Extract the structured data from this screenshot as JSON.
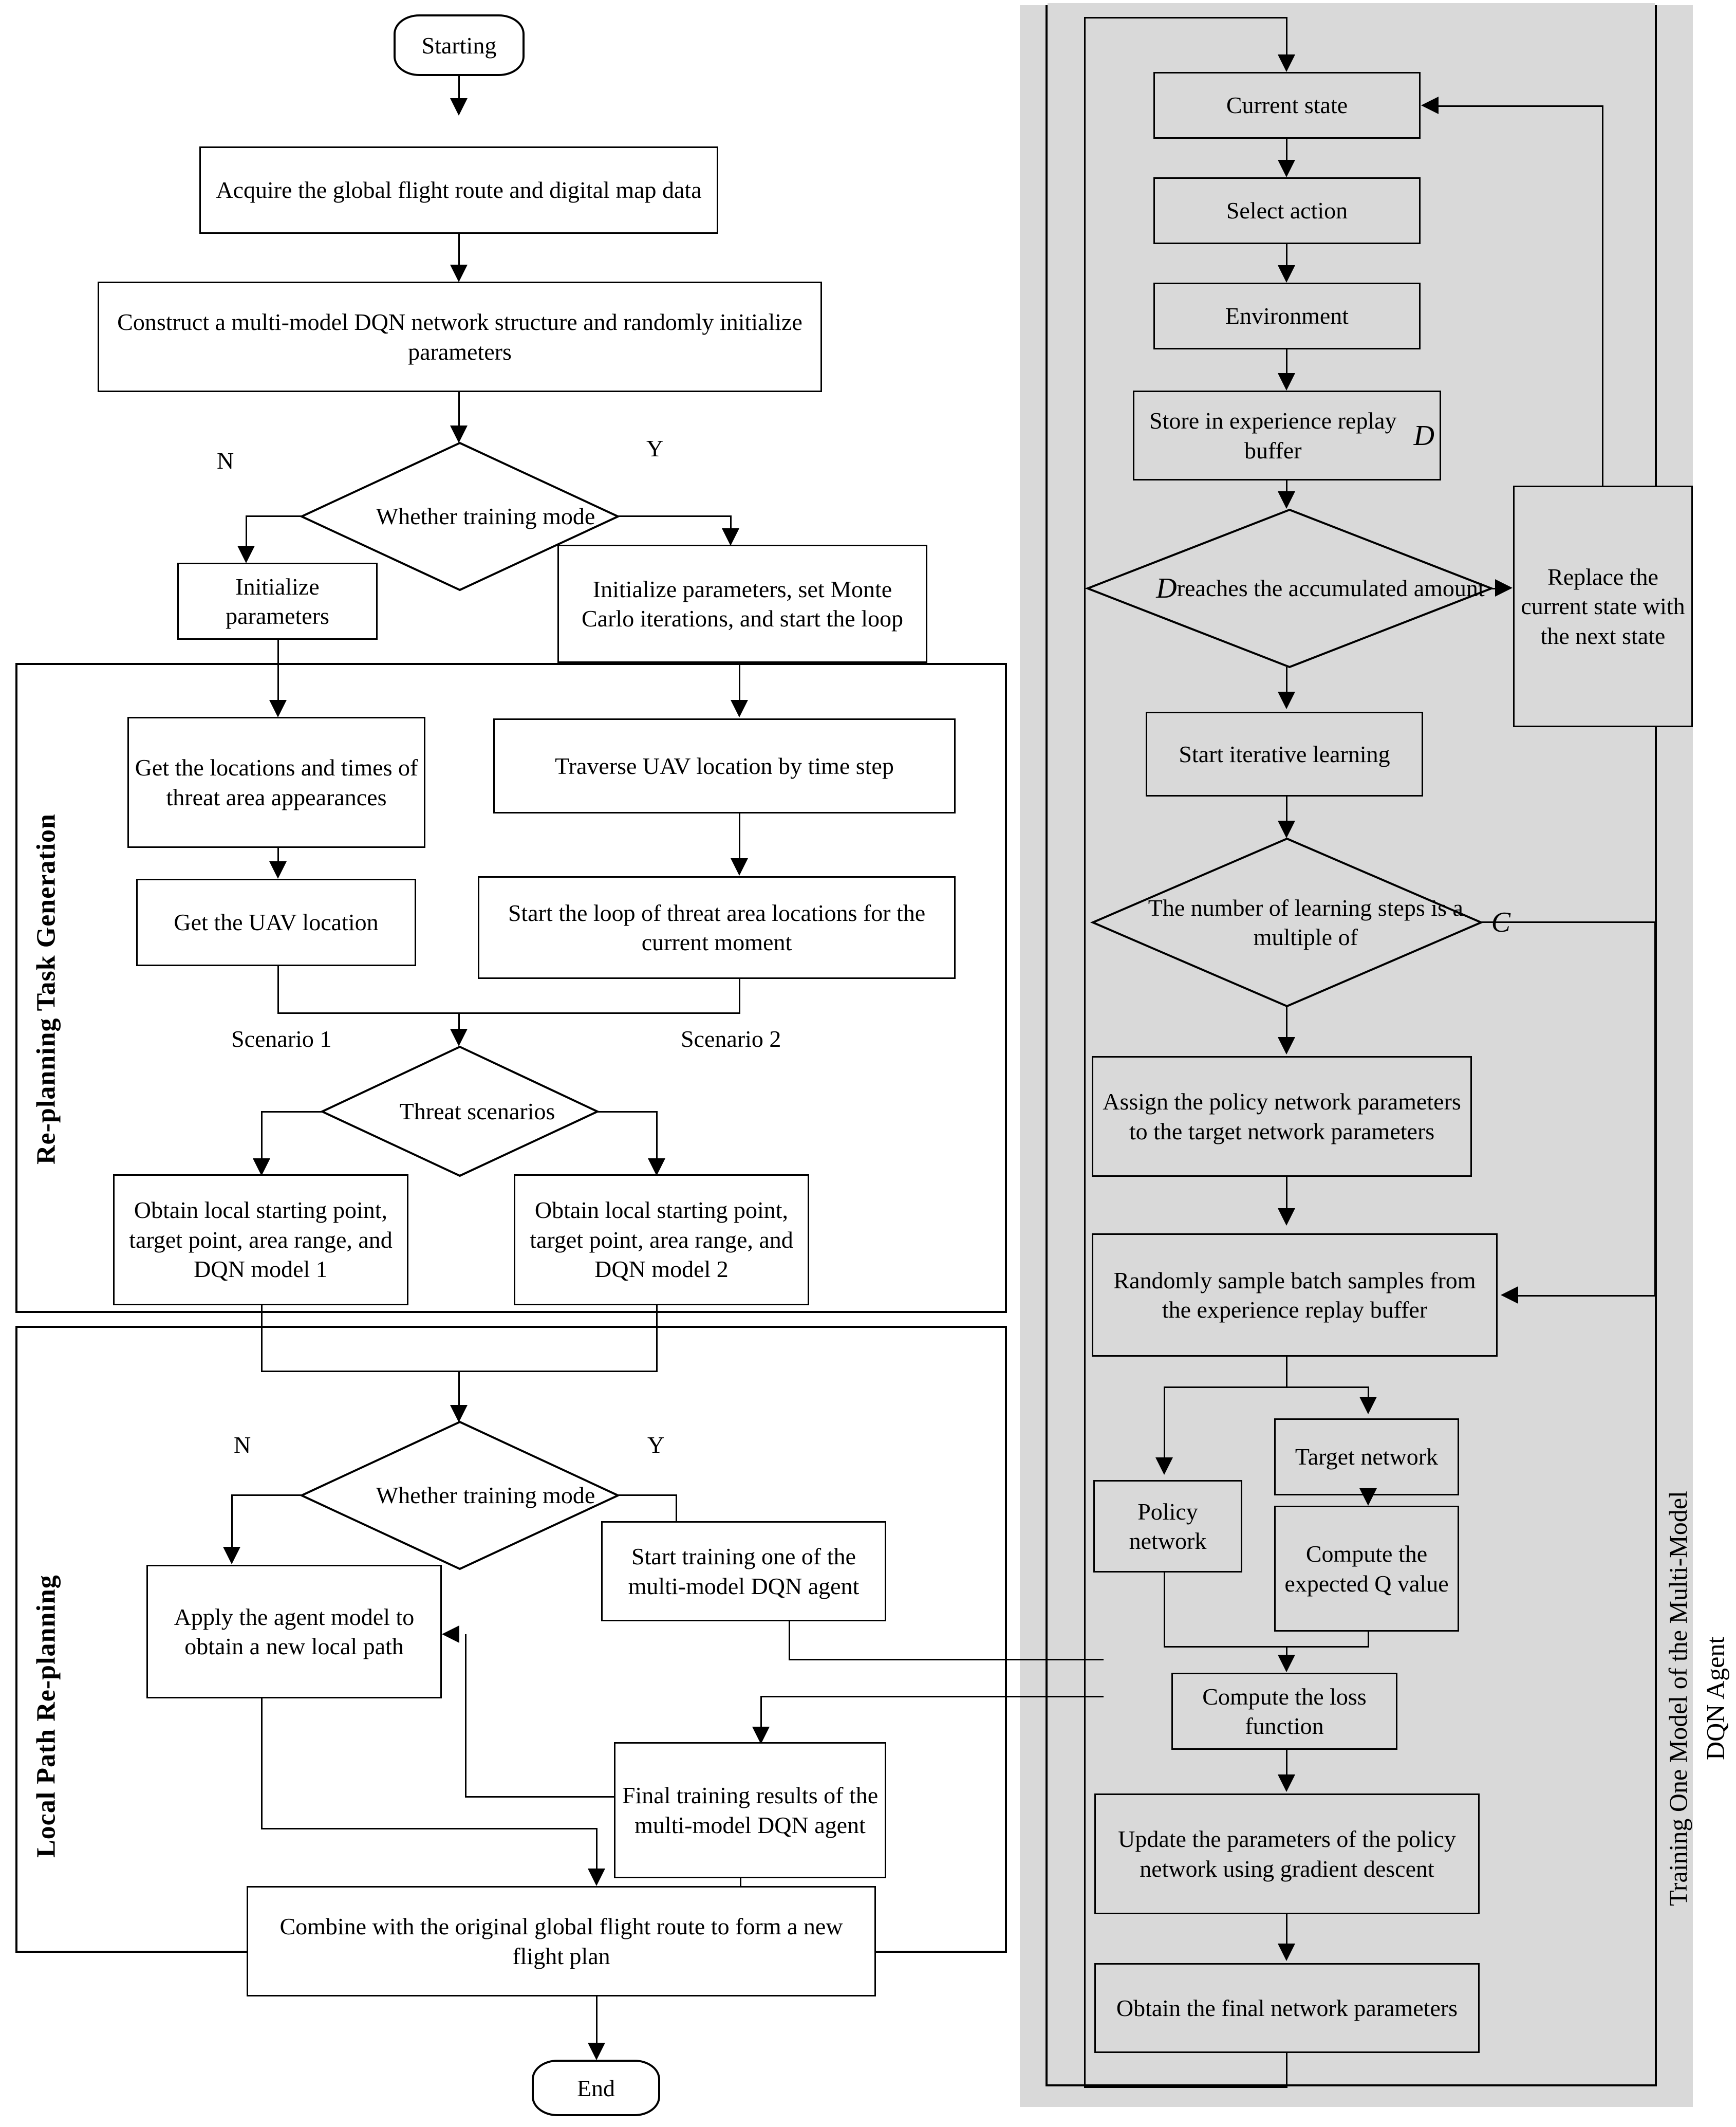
{
  "diagram": {
    "title": "UAV multi-model DQN path re-planning flowchart",
    "colors": {
      "panel_gray": "#d9d9d9",
      "stroke": "#000000",
      "page": "#ffffff"
    }
  },
  "left_flow": {
    "start_terminator": "Starting",
    "end_terminator": "End",
    "nodes": {
      "acquire": "Acquire the global flight route and digital map data",
      "construct": "Construct a multi-model DQN network structure and randomly initialize parameters",
      "decision_training_1": "Whether training mode",
      "decision_training_1_no": "N",
      "decision_training_1_yes": "Y",
      "init_params": "Initialize parameters",
      "init_params_mc": "Initialize parameters, set Monte Carlo iterations, and start the loop",
      "get_threat_locations": "Get the locations and times of threat area appearances",
      "get_uav_location": "Get the UAV location",
      "traverse_uav": "Traverse UAV location by time step",
      "start_loop_threat": "Start the loop of threat area locations for the current moment",
      "decision_threat": "Threat scenarios",
      "decision_threat_left": "Scenario 1",
      "decision_threat_right": "Scenario 2",
      "obtain_local_1": "Obtain local starting point, target point, area range, and DQN model 1",
      "obtain_local_2": "Obtain local starting point, target point, area range, and DQN model 2",
      "decision_training_2": "Whether training mode",
      "decision_training_2_no": "N",
      "decision_training_2_yes": "Y",
      "apply_agent": "Apply the agent model to obtain a new local path",
      "start_training": "Start training one of the multi-model DQN agent",
      "final_results": "Final training results of the multi-model DQN agent",
      "combine": "Combine with the original global flight route to form a new flight plan"
    },
    "group_labels": {
      "replanning_task": "Re-planning Task Generation",
      "local_path": "Local Path Re-planning"
    }
  },
  "right_flow": {
    "group_label_line1": "Training One Model of the Multi-Model",
    "group_label_line2": "DQN Agent",
    "nodes": {
      "current_state": "Current state",
      "select_action": "Select action",
      "environment": "Environment",
      "store_buffer_pre": "Store in experience replay buffer",
      "store_buffer_sym": "D",
      "decision_d_pre": "D",
      "decision_d_post": " reaches the accumulated amount",
      "replace_state": "Replace the current state with the next state",
      "start_iterative": "Start iterative learning",
      "decision_steps_pre": "The number of learning steps is a multiple of ",
      "decision_steps_sym": "C",
      "assign_policy": "Assign the policy network parameters to the target network parameters",
      "random_sample": "Randomly sample batch samples from the experience replay buffer",
      "policy_network": "Policy network",
      "target_network": "Target network",
      "compute_q": "Compute the expected Q value",
      "compute_loss": "Compute the loss function",
      "update_params": "Update the parameters of the policy network using gradient descent",
      "obtain_final": "Obtain the final network parameters"
    }
  }
}
